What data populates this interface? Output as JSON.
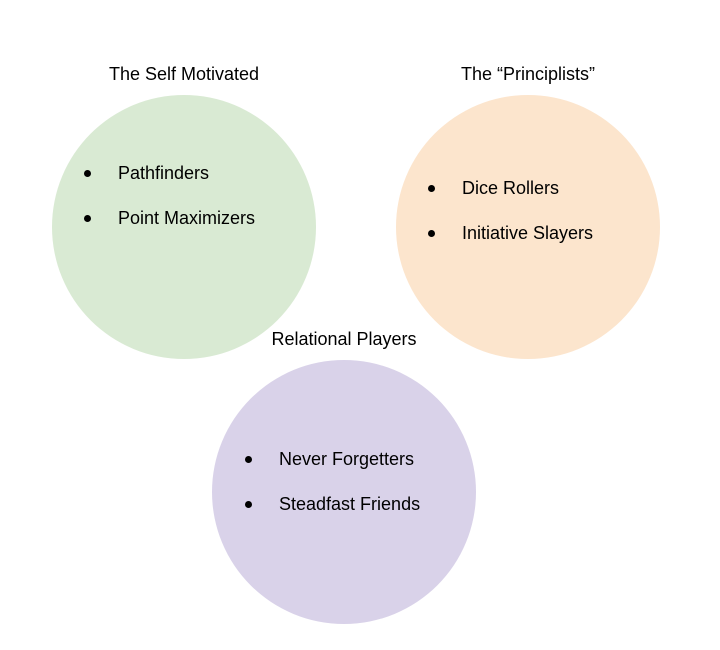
{
  "groups": [
    {
      "title": "The Self Motivated",
      "color": "#d9ead3",
      "items": [
        "Pathfinders",
        "Point Maximizers"
      ]
    },
    {
      "title": "The “Principlısts”",
      "color": "#fce5cd",
      "items": [
        "Dice Rollers",
        "Initiative Slayers"
      ]
    },
    {
      "title": "Relational Players",
      "color": "#d9d2e9",
      "items": [
        "Never Forgetters",
        "Steadfast Friends"
      ]
    }
  ]
}
